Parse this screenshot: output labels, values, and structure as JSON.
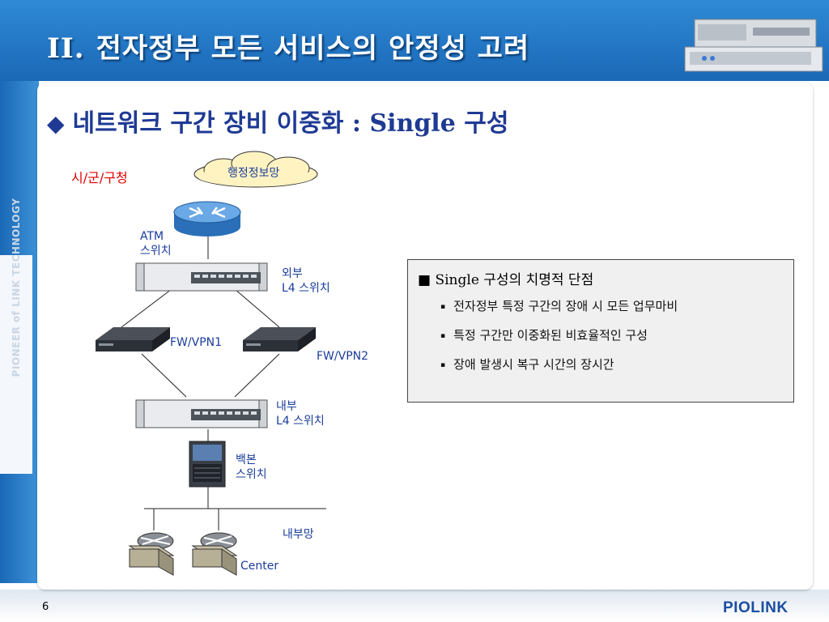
{
  "header": {
    "title_num": "II.",
    "title_text": "전자정부 모든 서비스의 안정성 고려"
  },
  "sidebar": {
    "vertical_text": "PIONEER of LINK TECHNOLOGY"
  },
  "subtitle": {
    "diamond": "◆",
    "text": "네트워크 구간 장비 이중화 : Single 구성"
  },
  "diagram": {
    "org_label": "시/군/구청",
    "cloud_label": "행정정보망",
    "atm": [
      "ATM",
      "스위치"
    ],
    "l4_external": [
      "외부",
      "L4 스위치"
    ],
    "fw1": "FW/VPN1",
    "fw2": "FW/VPN2",
    "l4_internal": [
      "내부",
      "L4 스위치"
    ],
    "backbone": [
      "백본",
      "스위치"
    ],
    "internal_net": "내부망",
    "center": "Center"
  },
  "info_box": {
    "heading_marker": "■",
    "heading": "Single 구성의 치명적 단점",
    "bullet": "▪",
    "items": [
      "전자정부 특정 구간의 장애 시 모든 업무마비",
      "특정 구간만 이중화된 비효율적인 구성",
      "장애 발생시 복구 시간의 장시간"
    ]
  },
  "footer": {
    "page": "6",
    "logo": "PIOLINK"
  },
  "colors": {
    "header_blue": "#1a68b6",
    "label_blue": "#1a3d9a",
    "accent_red": "#e00000"
  }
}
